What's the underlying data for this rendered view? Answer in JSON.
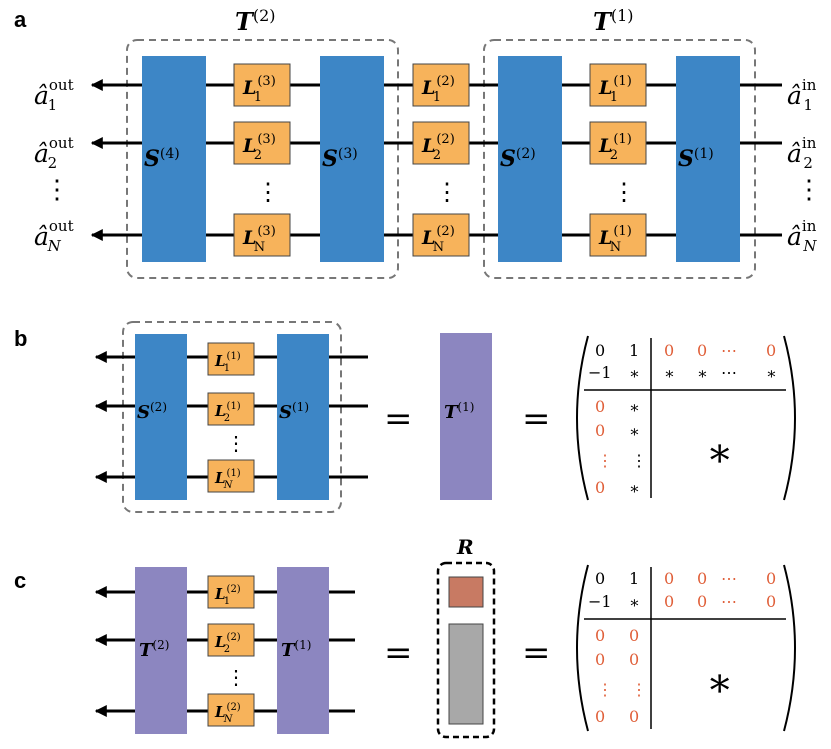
{
  "panels": {
    "a": "a",
    "b": "b",
    "c": "c"
  },
  "panel_a": {
    "groups": [
      {
        "name": "T",
        "sup": "(2)"
      },
      {
        "name": "T",
        "sup": "(1)"
      }
    ],
    "outputs": [
      {
        "base": "â",
        "sub": "1",
        "sup": "out"
      },
      {
        "base": "â",
        "sub": "2",
        "sup": "out"
      },
      {
        "base": "â",
        "sub": "N",
        "sup": "out"
      }
    ],
    "inputs": [
      {
        "base": "â",
        "sub": "1",
        "sup": "in"
      },
      {
        "base": "â",
        "sub": "2",
        "sup": "in"
      },
      {
        "base": "â",
        "sub": "N",
        "sup": "in"
      }
    ],
    "dots": "⋮",
    "blocks": [
      {
        "name": "S",
        "sup": "(4)"
      },
      {
        "name": "S",
        "sup": "(3)"
      },
      {
        "name": "S",
        "sup": "(2)"
      },
      {
        "name": "S",
        "sup": "(1)"
      }
    ],
    "loss_columns": [
      {
        "name": "L",
        "sup": "(3)",
        "subs": [
          "1",
          "2",
          "N"
        ]
      },
      {
        "name": "L",
        "sup": "(2)",
        "subs": [
          "1",
          "2",
          "N"
        ]
      },
      {
        "name": "L",
        "sup": "(1)",
        "subs": [
          "1",
          "2",
          "N"
        ]
      }
    ]
  },
  "panel_b": {
    "blocks": [
      {
        "name": "S",
        "sup": "(2)"
      },
      {
        "name": "S",
        "sup": "(1)"
      }
    ],
    "loss": {
      "name": "L",
      "sup": "(1)",
      "subs": [
        "1",
        "2",
        "N"
      ]
    },
    "equals": "=",
    "result": {
      "name": "T",
      "sup": "(1)"
    },
    "matrix": {
      "row1": [
        "0",
        "1",
        "0",
        "0",
        "⋯",
        "0"
      ],
      "row2": [
        "−1",
        "∗",
        "∗",
        "∗",
        "⋯",
        "∗"
      ],
      "col1": [
        "0",
        "0",
        "⋮",
        "0"
      ],
      "col2": [
        "∗",
        "∗",
        "⋮",
        "∗"
      ],
      "block": "∗"
    }
  },
  "panel_c": {
    "blocks": [
      {
        "name": "T",
        "sup": "(2)"
      },
      {
        "name": "T",
        "sup": "(1)"
      }
    ],
    "loss": {
      "name": "L",
      "sup": "(2)",
      "subs": [
        "1",
        "2",
        "N"
      ]
    },
    "equals": "=",
    "result_label": "R",
    "matrix": {
      "row1": [
        "0",
        "1",
        "0",
        "0",
        "⋯",
        "0"
      ],
      "row2": [
        "−1",
        "∗",
        "0",
        "0",
        "⋯",
        "0"
      ],
      "col1": [
        "0",
        "0",
        "⋮",
        "0"
      ],
      "col2": [
        "0",
        "0",
        "⋮",
        "0"
      ],
      "block": "∗"
    }
  },
  "colors": {
    "blue": "#3d86c6",
    "orange": "#f7b35b",
    "purple": "#8c86c0",
    "brick": "#c87a63",
    "gray": "#a8a8a8",
    "red_text": "#e0603a"
  }
}
